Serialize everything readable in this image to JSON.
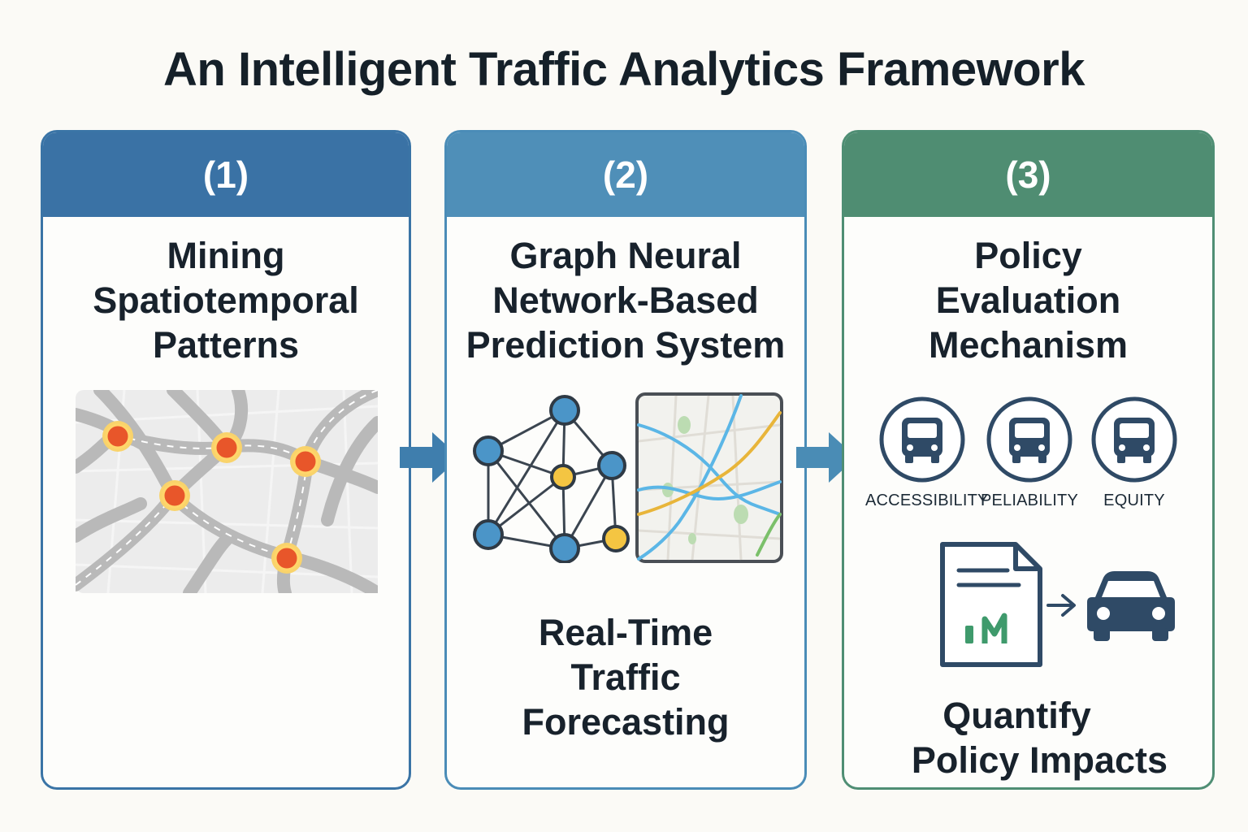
{
  "title": "An Intelligent Traffic Analytics Framework",
  "panels": [
    {
      "number": "(1)",
      "heading": [
        "Mining",
        "Spatiotemporal",
        "Patterns"
      ],
      "accent": "#3a72a5"
    },
    {
      "number": "(2)",
      "heading": [
        "Graph Neural",
        "Network-Based",
        "Prediction System"
      ],
      "subheading": [
        "Real-Time",
        "Traffic",
        "Forecasting"
      ],
      "accent": "#4f8fb8"
    },
    {
      "number": "(3)",
      "heading": [
        "Policy",
        "Evaluation",
        "Mechanism"
      ],
      "metrics": [
        "ACCESSIBILITY",
        "PELIABILITY",
        "EQUITY"
      ],
      "subheading": [
        "Quantify",
        "Policy Impacts"
      ],
      "accent": "#4f8d72"
    }
  ],
  "icons": {
    "heatmap": "road-map-hotspots",
    "network": "graph-network",
    "forecast_map": "route-map",
    "bus": "bus-icon",
    "document": "report-document",
    "arrow": "arrow-right",
    "car": "car-icon"
  },
  "colors": {
    "hotspot": "#e8562a",
    "node_blue": "#4b95c8",
    "node_yellow": "#f4c542",
    "icon_navy": "#2f4a66"
  }
}
